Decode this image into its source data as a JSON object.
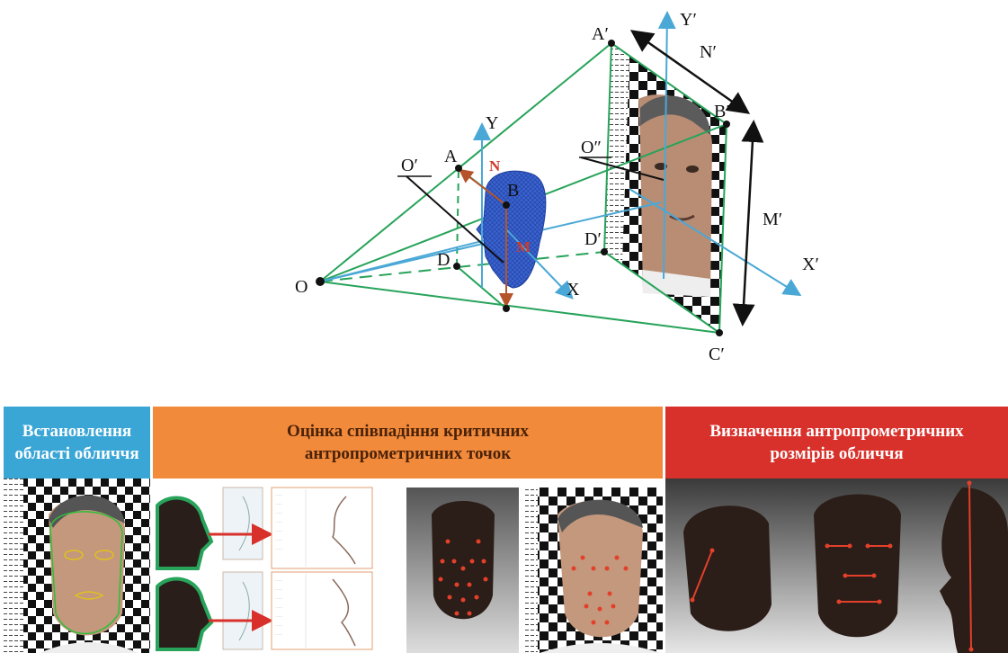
{
  "diagram": {
    "points": {
      "O": "O",
      "O_prime": "O′",
      "O_double_prime": "O″",
      "A": "A",
      "B": "B",
      "D": "D",
      "A_prime": "A′",
      "B_prime": "B′",
      "C_prime": "C′",
      "D_prime": "D′",
      "N": "N",
      "M": "M",
      "N_prime": "N′",
      "M_prime": "M′"
    },
    "axes": {
      "x": "X",
      "y": "Y",
      "x_prime": "X′",
      "y_prime": "Y′"
    },
    "colors": {
      "frustum": "#27a35a",
      "axis": "#4aa8d6",
      "arrow": "#2a2a2a",
      "head": "#2f5bc9",
      "marker": "#c0392b"
    }
  },
  "panels": [
    {
      "title_line1": "Встановлення",
      "title_line2": "області обличчя",
      "color": "#39a6d6"
    },
    {
      "title_line1": "Оцінка співпадіння критичних",
      "title_line2": "антропрометричних точок",
      "color": "#f28a3c"
    },
    {
      "title_line1": "Визначення антропрометричних",
      "title_line2": "розмірів обличчя",
      "color": "#d8302a"
    }
  ]
}
